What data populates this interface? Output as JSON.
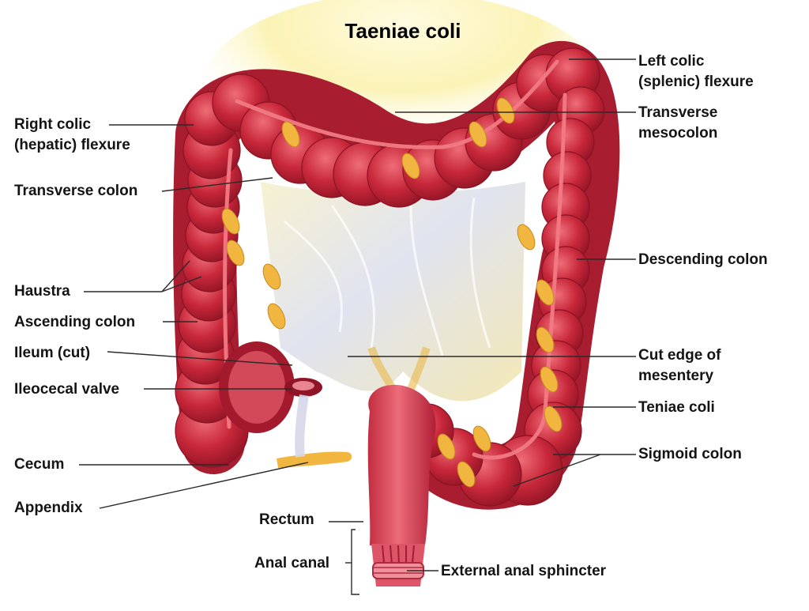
{
  "title": "Taeniae coli",
  "labels": {
    "left": {
      "right_colic_flexure": [
        "Right colic",
        "(hepatic) flexure"
      ],
      "transverse_colon": "Transverse colon",
      "haustra": "Haustra",
      "ascending_colon": "Ascending colon",
      "ileum_cut": "Ileum (cut)",
      "ileocecal_valve": "Ileocecal valve",
      "cecum": "Cecum",
      "appendix": "Appendix"
    },
    "right": {
      "left_colic_flexure": [
        "Left colic",
        "(splenic) flexure"
      ],
      "transverse_mesocolon": [
        "Transverse",
        "mesocolon"
      ],
      "descending_colon": "Descending colon",
      "cut_edge_mesentery": [
        "Cut edge of",
        "mesentery"
      ],
      "teniae_coli": "Teniae coli",
      "sigmoid_colon": "Sigmoid colon"
    },
    "bottom": {
      "rectum": "Rectum",
      "anal_canal": "Anal canal",
      "external_anal_sphincter": "External anal sphincter"
    }
  },
  "colors": {
    "colon_base": "#c8283a",
    "colon_light": "#e55866",
    "colon_dark": "#8f1425",
    "taenia_band": "#f07a84",
    "fat_appendage": "#f0b640",
    "mesentery": "#f6eec2",
    "mesentery_shadow": "#cfd4e6",
    "leader_line": "#2a2a2a"
  }
}
